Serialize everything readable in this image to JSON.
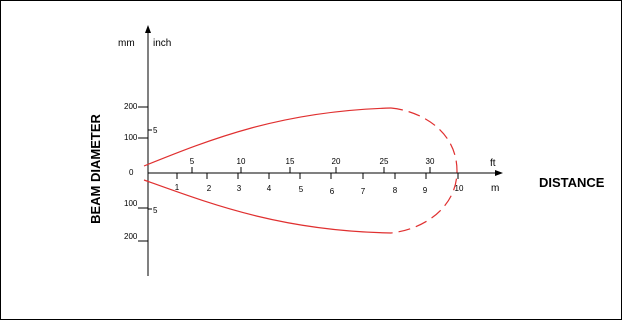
{
  "axis_labels": {
    "y_unit_mm": "mm",
    "y_unit_inch": "inch",
    "x_unit_ft": "ft",
    "x_unit_m": "m",
    "y_title": "BEAM DIAMETER",
    "x_title": "DISTANCE"
  },
  "ft_ticks": [
    "5",
    "10",
    "15",
    "20",
    "25",
    "30"
  ],
  "m_ticks": [
    "1",
    "2",
    "3",
    "4",
    "5",
    "6",
    "7",
    "8",
    "9",
    "10"
  ],
  "mm_ticks_upper": [
    "200",
    "100"
  ],
  "mm_zero": "0",
  "mm_ticks_lower": [
    "100",
    "200"
  ],
  "inch_tick_upper": "5",
  "inch_tick_lower": "5",
  "colors": {
    "beam": "#e03030",
    "axis": "#000000"
  }
}
